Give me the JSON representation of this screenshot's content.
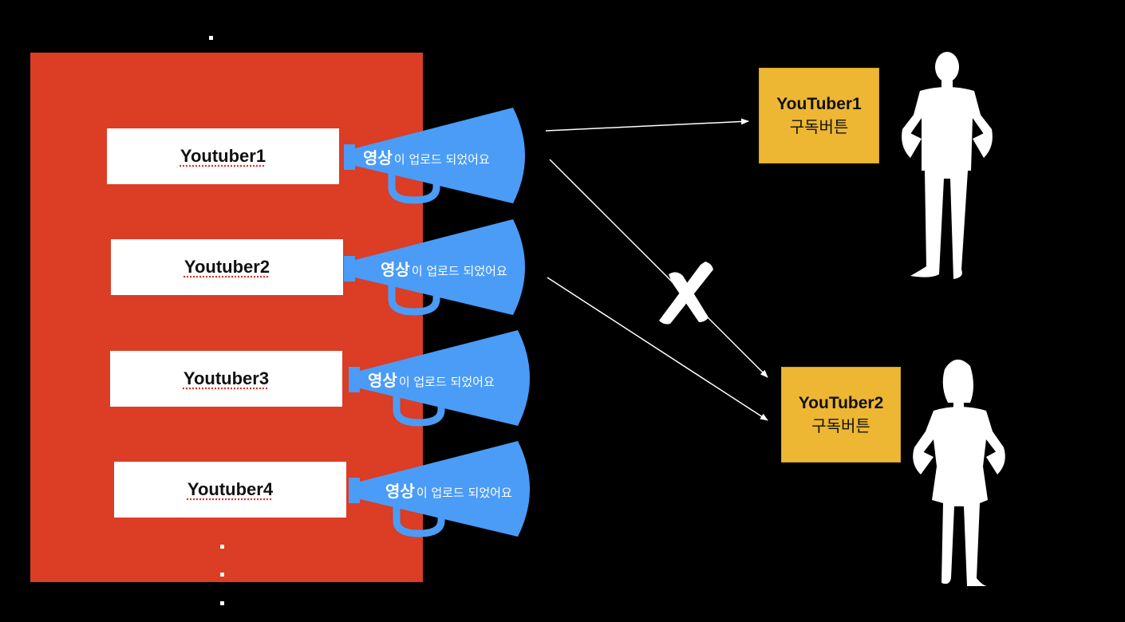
{
  "youtubers": [
    {
      "label": "Youtuber1"
    },
    {
      "label": "Youtuber2"
    },
    {
      "label": "Youtuber3"
    },
    {
      "label": "Youtuber4"
    }
  ],
  "megaphone": {
    "emphasis": "영상",
    "message": "이 업로드 되었어요"
  },
  "subscribe_buttons": [
    {
      "title": "YouTuber1",
      "caption": "구독버튼"
    },
    {
      "title": "YouTuber2",
      "caption": "구독버튼"
    }
  ],
  "colors": {
    "background": "#000000",
    "panel": "#db3d25",
    "megaphone": "#4a9cf7",
    "subscribe": "#edb734",
    "cross": "#ffffff"
  },
  "icons": {
    "megaphone": "megaphone-icon",
    "cross": "cross-icon",
    "person_male": "man-silhouette-icon",
    "person_female": "woman-silhouette-icon"
  }
}
